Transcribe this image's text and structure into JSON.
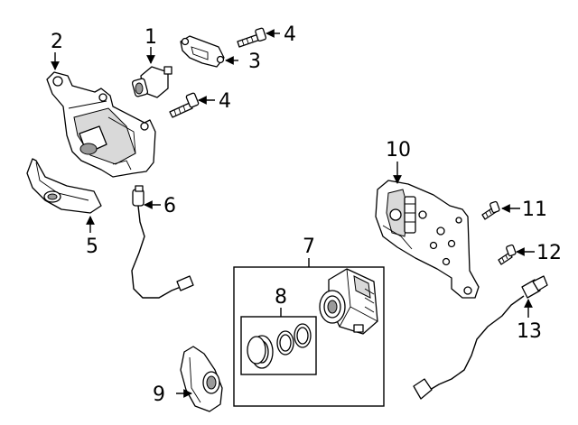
{
  "callouts": {
    "c1": "1",
    "c2": "2",
    "c3": "3",
    "c4a": "4",
    "c4b": "4",
    "c5": "5",
    "c6": "6",
    "c7": "7",
    "c8": "8",
    "c9": "9",
    "c10": "10",
    "c11": "11",
    "c12": "12",
    "c13": "13"
  },
  "colors": {
    "line": "#000000",
    "background": "#ffffff",
    "shade": "#d9d9d9"
  }
}
